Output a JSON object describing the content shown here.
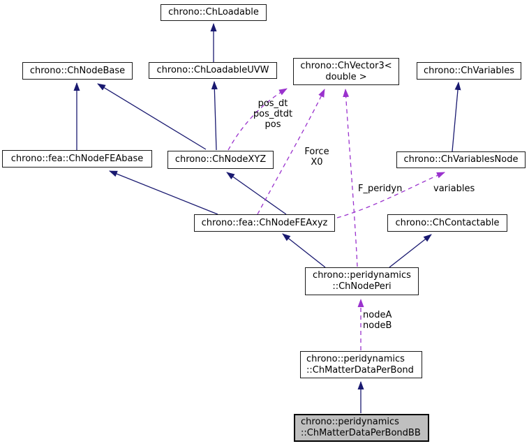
{
  "nodes": {
    "ch_loadable": {
      "label": "chrono::ChLoadable"
    },
    "ch_node_base": {
      "label": "chrono::ChNodeBase"
    },
    "ch_loadable_uvw": {
      "label": "chrono::ChLoadableUVW"
    },
    "ch_vector3": {
      "line1": "chrono::ChVector3<",
      "line2": "double >"
    },
    "ch_variables": {
      "label": "chrono::ChVariables"
    },
    "ch_node_fea_base": {
      "label": "chrono::fea::ChNodeFEAbase"
    },
    "ch_node_xyz": {
      "label": "chrono::ChNodeXYZ"
    },
    "ch_variables_node": {
      "label": "chrono::ChVariablesNode"
    },
    "ch_node_fea_xyz": {
      "label": "chrono::fea::ChNodeFEAxyz"
    },
    "ch_contactable": {
      "label": "chrono::ChContactable"
    },
    "ch_node_peri": {
      "line1": "chrono::peridynamics",
      "line2": "::ChNodePeri"
    },
    "ch_matter_data_per_bond": {
      "line1": "chrono::peridynamics",
      "line2": "::ChMatterDataPerBond"
    },
    "ch_matter_data_per_bond_bb": {
      "line1": "chrono::peridynamics",
      "line2": "::ChMatterDataPerBondBB"
    }
  },
  "edge_labels": {
    "pos": {
      "lines": [
        "pos_dt",
        "pos_dtdt",
        "pos"
      ]
    },
    "force": {
      "lines": [
        "Force",
        "X0"
      ]
    },
    "f_peridyn": {
      "text": "F_peridyn"
    },
    "variables": {
      "text": "variables"
    },
    "node_ab": {
      "lines": [
        "nodeA",
        "nodeB"
      ]
    }
  },
  "colors": {
    "inheritance_edge": "#191970",
    "usage_edge": "#9a32cd",
    "node_fill": "#ffffff",
    "current_node_fill": "#bfbfbf",
    "node_border": "#000000"
  }
}
